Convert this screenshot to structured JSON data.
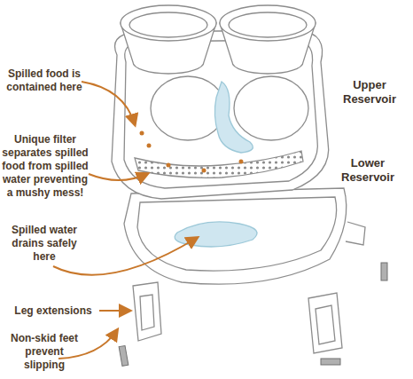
{
  "diagram": {
    "labels": [
      "Spilled food is contained here",
      "Upper Reservoir",
      "Unique filter separates spilled food from spilled water preventing a mushy mess!",
      "Lower Reservoir",
      "Spilled water drains safely here",
      "Leg extensions",
      "Non-skid feet prevent slipping"
    ]
  }
}
